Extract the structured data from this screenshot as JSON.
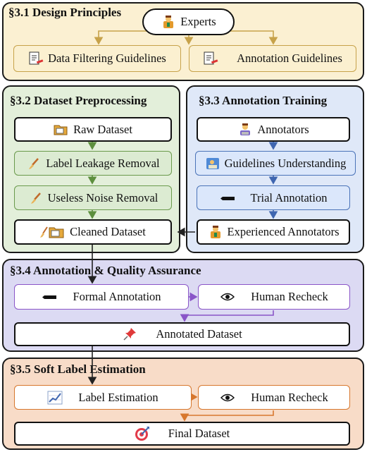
{
  "sections": {
    "design": {
      "title": "§3.1 Design Principles"
    },
    "preprocess": {
      "title": "§3.2 Dataset Preprocessing"
    },
    "training": {
      "title": "§3.3 Annotation Training"
    },
    "qa": {
      "title": "§3.4 Annotation & Quality Assurance"
    },
    "soft": {
      "title": "§3.5 Soft Label Estimation"
    }
  },
  "nodes": {
    "experts": {
      "label": "Experts",
      "icon": "expert-icon"
    },
    "data_filtering": {
      "label": "Data Filtering Guidelines",
      "icon": "document-pen-icon"
    },
    "annotation_guidelines": {
      "label": "Annotation Guidelines",
      "icon": "document-pen-icon"
    },
    "raw_dataset": {
      "label": "Raw Dataset",
      "icon": "folder-icon"
    },
    "label_leakage": {
      "label": "Label Leakage Removal",
      "icon": "brush-icon"
    },
    "useless_noise": {
      "label": "Useless Noise Removal",
      "icon": "brush-icon"
    },
    "cleaned_dataset": {
      "label": "Cleaned Dataset",
      "icon": "brush-folder-icon"
    },
    "annotators": {
      "label": "Annotators",
      "icon": "annotator-icon"
    },
    "guidelines_understanding": {
      "label": "Guidelines Understanding",
      "icon": "reading-icon"
    },
    "trial_annotation": {
      "label": "Trial  Annotation",
      "icon": "marker-icon"
    },
    "experienced_annotators": {
      "label": "Experienced Annotators",
      "icon": "expert-icon"
    },
    "formal_annotation": {
      "label": "Formal  Annotation",
      "icon": "marker-icon"
    },
    "human_recheck_qa": {
      "label": "Human Recheck",
      "icon": "eye-icon"
    },
    "annotated_dataset": {
      "label": "Annotated Dataset",
      "icon": "pin-icon"
    },
    "label_estimation": {
      "label": "Label Estimation",
      "icon": "chart-icon"
    },
    "human_recheck_soft": {
      "label": "Human Recheck",
      "icon": "eye-icon"
    },
    "final_dataset": {
      "label": "Final Dataset",
      "icon": "target-icon"
    }
  },
  "colors": {
    "design_fill": "#fbf0d2",
    "preprocess_fill": "#e3efda",
    "training_fill": "#dfe8f8",
    "qa_fill": "#dcdaf3",
    "soft_fill": "#f8dcc8",
    "yellow_arrow": "#c7a24a",
    "green_arrow": "#5d8f3e",
    "blue_arrow": "#3f66b0",
    "purple_arrow": "#8a55c8",
    "orange_arrow": "#d7772d"
  }
}
